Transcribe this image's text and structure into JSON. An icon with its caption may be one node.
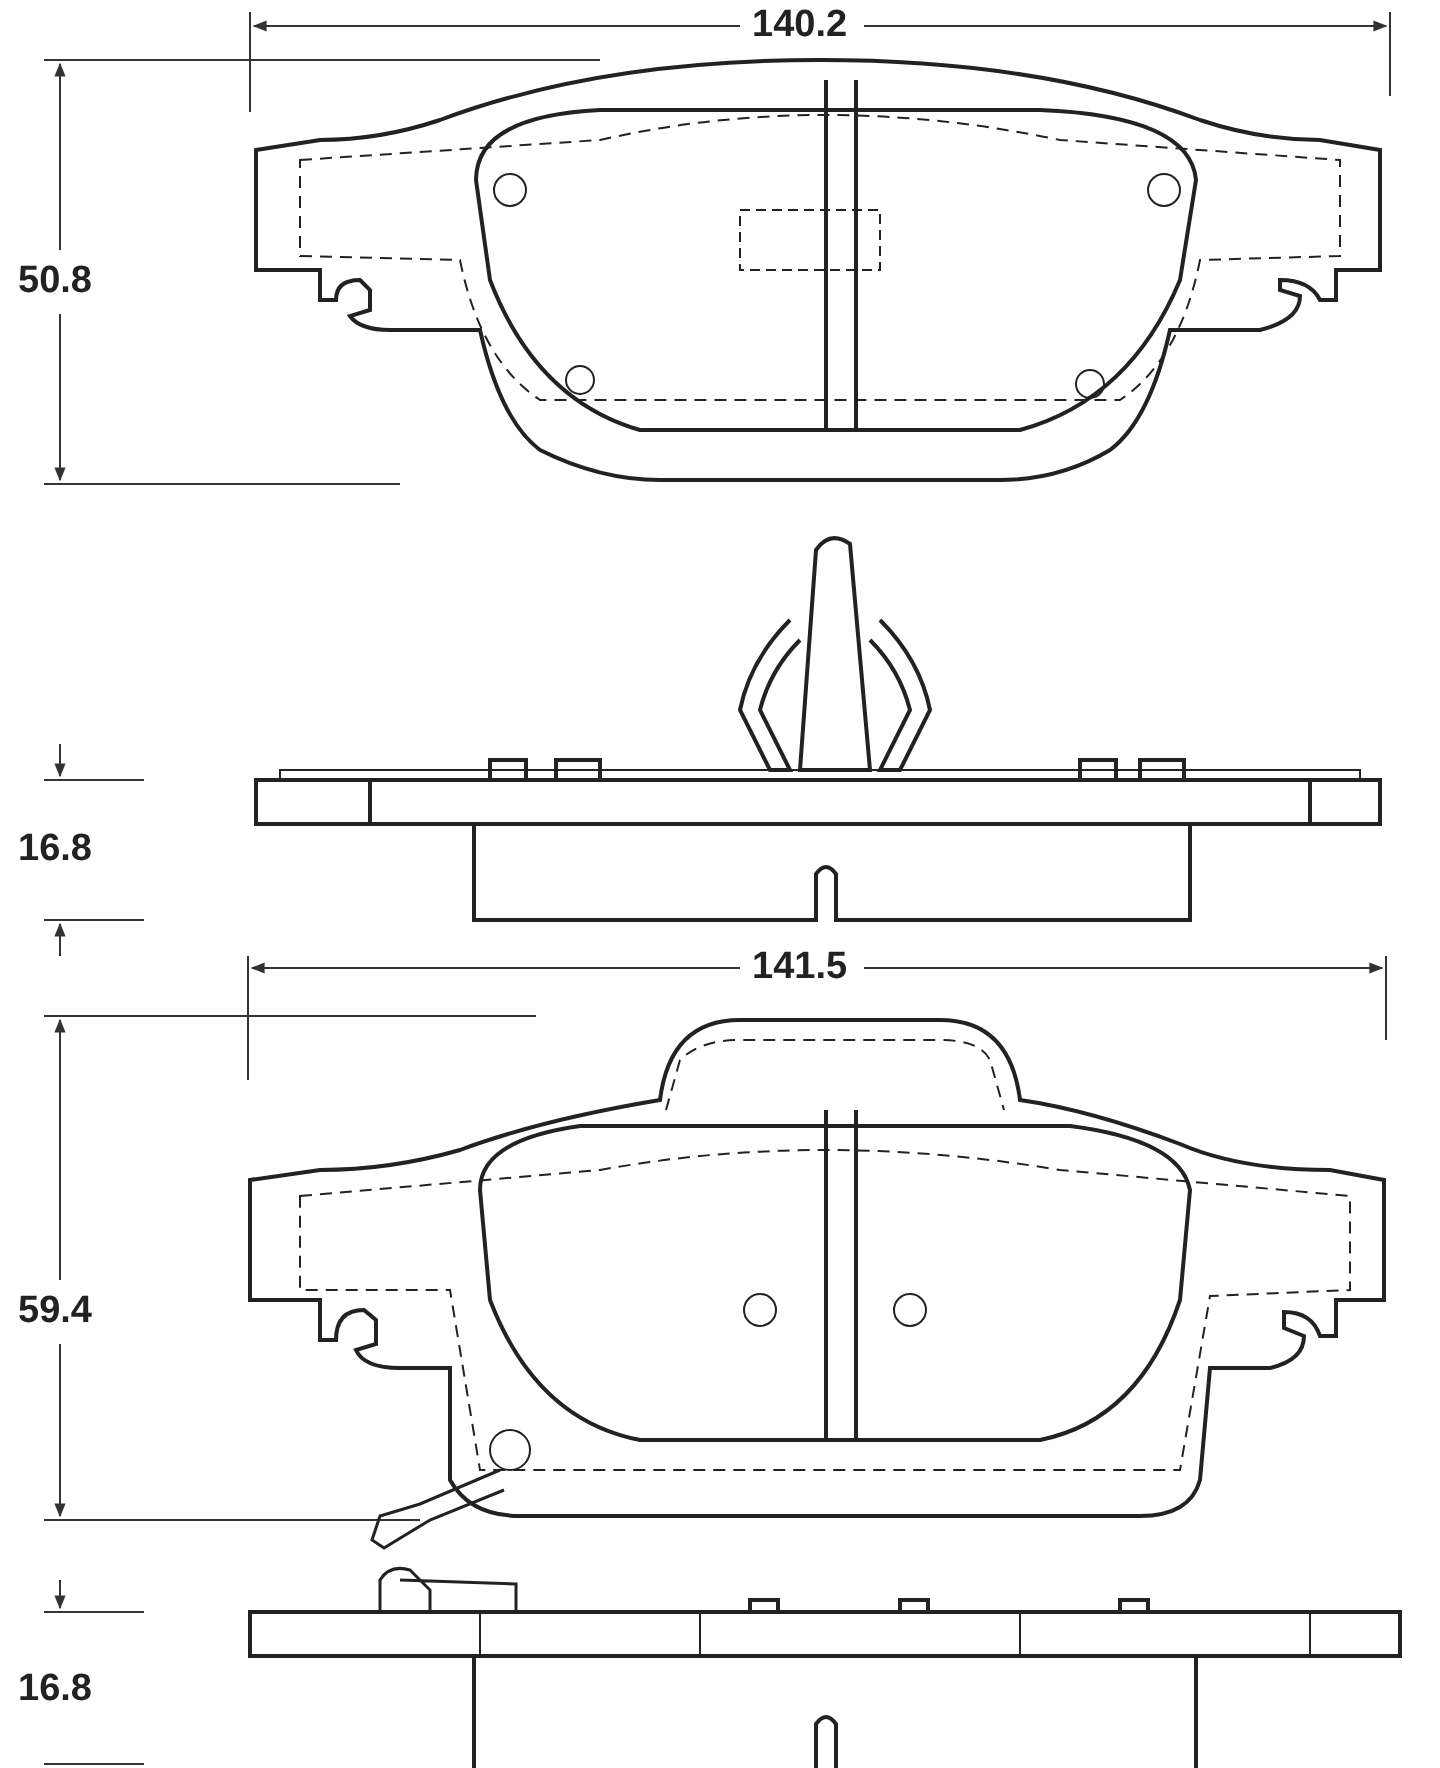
{
  "diagram": {
    "labels": [
      "140.2",
      "50.8",
      "16.8",
      "141.5",
      "59.4",
      "16.8"
    ]
  }
}
